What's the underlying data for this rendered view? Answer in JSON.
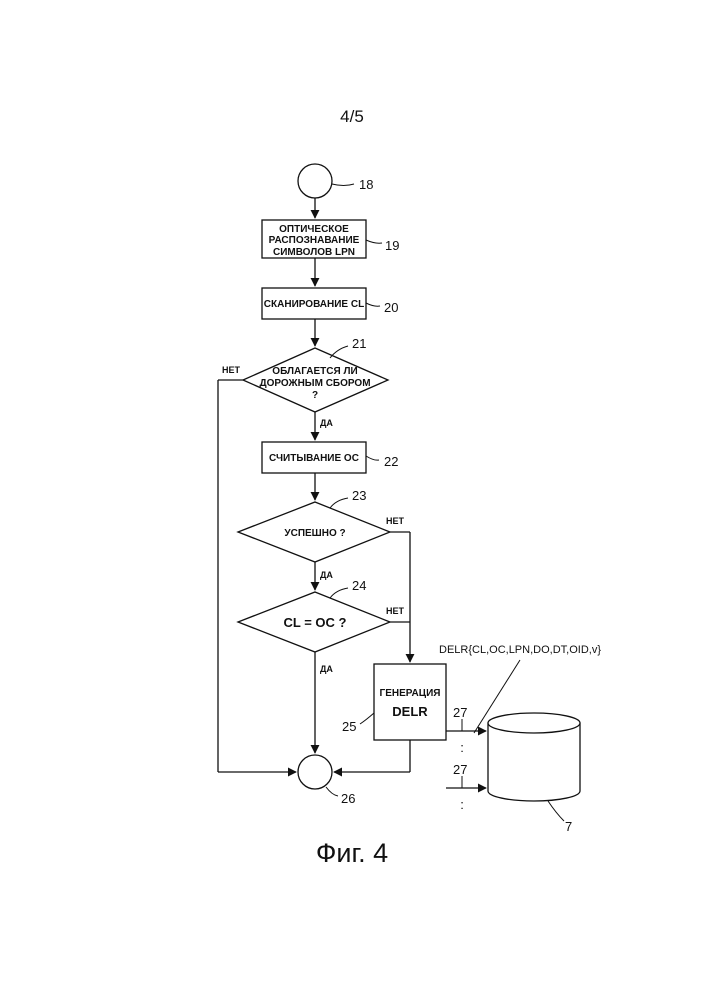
{
  "page_number": "4/5",
  "figure_caption": "Фиг. 4",
  "nodes": {
    "start_ref": "18",
    "ocr": {
      "line1": "ОПТИЧЕСКОЕ",
      "line2": "РАСПОЗНАВАНИЕ",
      "line3": "СИМВОЛОВ LPN",
      "ref": "19"
    },
    "scan": {
      "label": "СКАНИРОВАНИЕ CL",
      "ref": "20"
    },
    "toll": {
      "line1": "ОБЛАГАЕТСЯ ЛИ",
      "line2": "ДОРОЖНЫМ СБОРОМ",
      "line3": "?",
      "ref": "21"
    },
    "read": {
      "label": "СЧИТЫВАНИЕ OC",
      "ref": "22"
    },
    "success": {
      "label": "УСПЕШНО ?",
      "ref": "23"
    },
    "compare": {
      "label": "CL = OC ?",
      "ref": "24"
    },
    "generate": {
      "line1": "ГЕНЕРАЦИЯ",
      "line2": "DELR",
      "ref": "25"
    },
    "end_ref": "26",
    "database_ref": "7",
    "record_label": "DELR{CL,OC,LPN,DO,DT,OID,v}",
    "input_ref_1": "27",
    "input_ref_2": "27",
    "continuation_1": ":",
    "continuation_2": ":"
  },
  "edge_labels": {
    "no_toll": "НЕТ",
    "yes_toll": "ДА",
    "no_success": "НЕТ",
    "yes_success": "ДА",
    "no_compare": "НЕТ",
    "yes_compare": "ДА"
  }
}
